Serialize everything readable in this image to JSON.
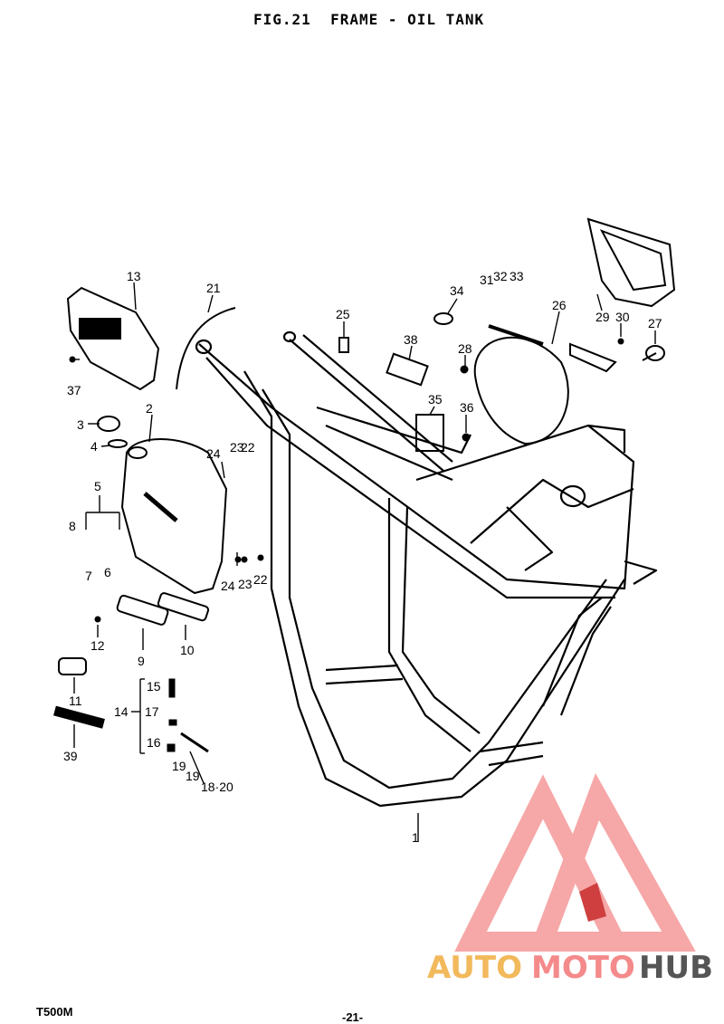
{
  "header": {
    "title": "FIG.21  FRAME - OIL TANK"
  },
  "footer": {
    "model": "T500M",
    "page": "-21-"
  },
  "watermark": {
    "brand_a": "AUTO",
    "brand_b": "MOTO",
    "brand_c": "HUB",
    "color_a": "#f2b95c",
    "color_b": "#f48a8a",
    "color_c": "#555555"
  },
  "callouts": [
    "1",
    "2",
    "3",
    "4",
    "5",
    "6",
    "7",
    "8",
    "9",
    "10",
    "11",
    "12",
    "13",
    "14",
    "15",
    "16",
    "17",
    "18·20",
    "19",
    "19",
    "21",
    "22",
    "22",
    "23",
    "23",
    "24",
    "24",
    "25",
    "26",
    "27",
    "28",
    "29",
    "30",
    "31",
    "32",
    "33",
    "34",
    "35",
    "36",
    "37",
    "38",
    "39"
  ]
}
